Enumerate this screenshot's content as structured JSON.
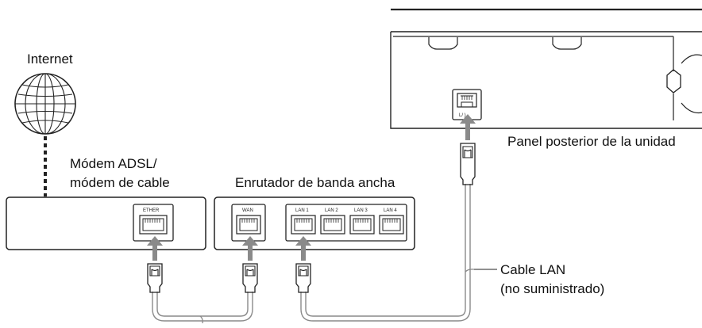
{
  "labels": {
    "internet": "Internet",
    "modem_line1": "Módem ADSL/",
    "modem_line2": "módem de cable",
    "router": "Enrutador de banda ancha",
    "rear_panel": "Panel posterior de la unidad",
    "cable_line1": "Cable LAN",
    "cable_line2": "(no suministrado)"
  },
  "port_labels": {
    "modem_ether": "ETHER",
    "router_wan": "WAN",
    "router_lan1": "LAN 1",
    "router_lan2": "LAN 2",
    "router_lan3": "LAN 3",
    "router_lan4": "LAN 4",
    "unit_lan": "L/  )"
  },
  "colors": {
    "outline": "#222222",
    "arrow": "#8a8a8a",
    "cable": "#8a8a8a"
  }
}
